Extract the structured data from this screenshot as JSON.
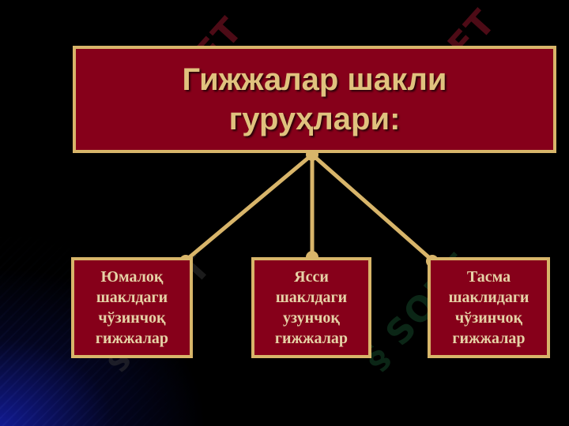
{
  "title": "Гижжалар шакли\nгуруҳлари:",
  "branches": [
    {
      "label": "Юмалоқ\nшаклдаги\nчўзинчоқ\nгижжалар"
    },
    {
      "label": "Ясси\nшаклдаги\nузунчоқ\nгижжалар"
    },
    {
      "label": "Тасма\nшаклидаги\nчўзинчоқ\nгижжалар"
    }
  ],
  "colors": {
    "background": "#000000",
    "box_fill": "#86001a",
    "box_border": "#d8b56a",
    "title_text": "#e0c27e",
    "leaf_text": "#e6d2a6",
    "connector": "#d8b56a",
    "glow": "#1a22aa"
  },
  "watermark": {
    "text": "SOFT",
    "logo_icon": "hook-logo-icon"
  }
}
